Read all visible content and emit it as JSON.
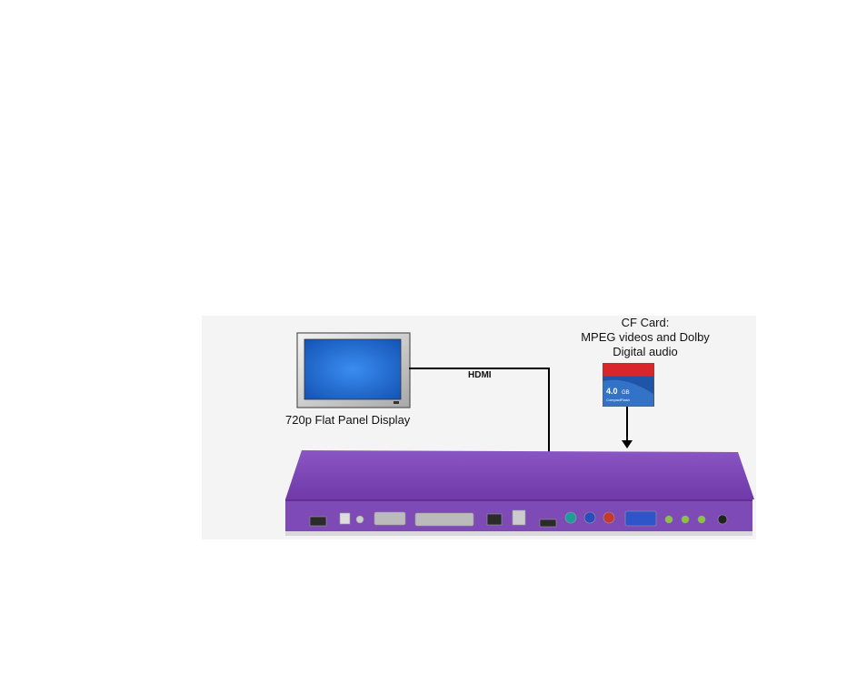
{
  "diagram": {
    "display": {
      "caption": "720p Flat Panel Display"
    },
    "cf_card": {
      "caption_lines": [
        "CF Card:",
        "MPEG videos and Dolby",
        "Digital audio"
      ],
      "capacity": "4.0",
      "capacity_unit": "GB",
      "brand": "CompactFlash"
    },
    "connection": {
      "label": "HDMI"
    },
    "colors": {
      "screen": "#1d6fd8",
      "device": "#7d48b4",
      "card_red": "#d8262a",
      "card_blue": "#1f55a8",
      "line": "#000000"
    }
  }
}
